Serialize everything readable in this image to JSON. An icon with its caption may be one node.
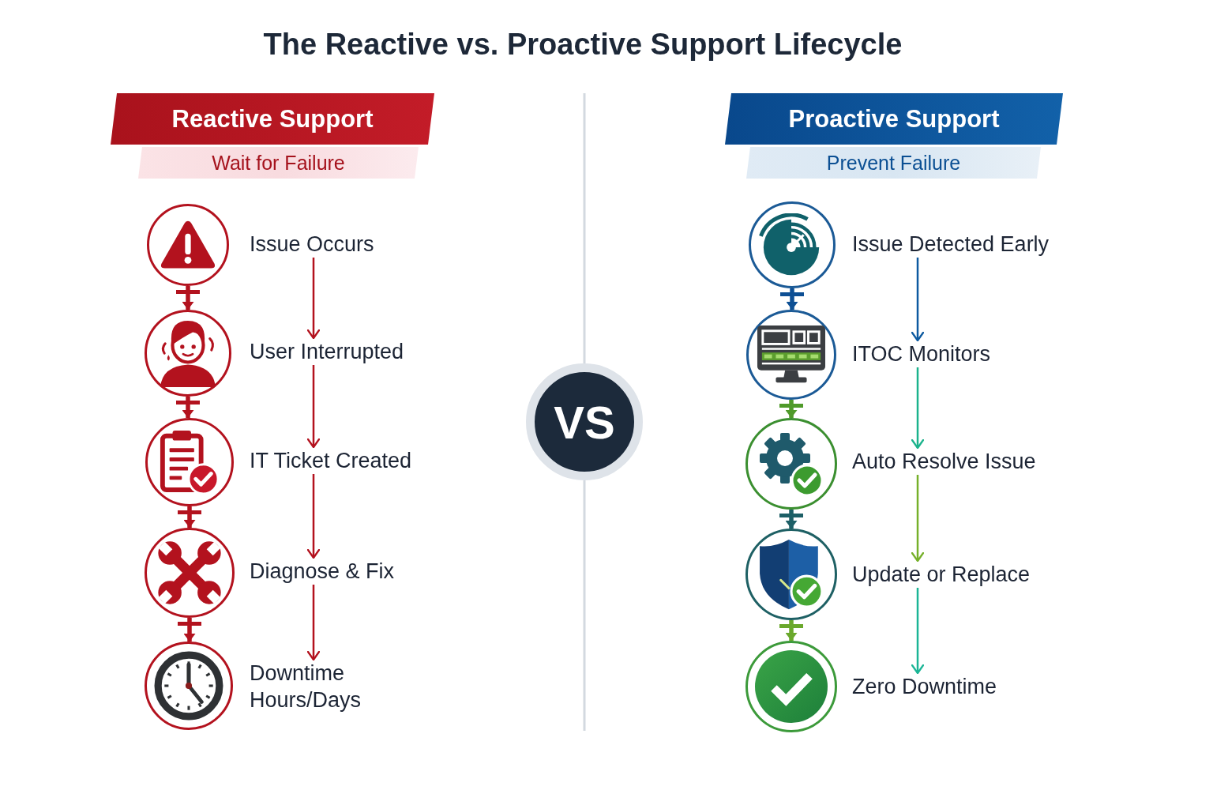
{
  "diagram": {
    "title": "The Reactive vs. Proactive Support Lifecycle",
    "nodes": [
      {
        "text": [
          "Reactive Support"
        ]
      },
      {
        "text": [
          "Wait for Failure"
        ]
      },
      {
        "text": [
          "Proactive Support"
        ]
      },
      {
        "text": [
          "Prevent Failure"
        ]
      },
      {
        "text": [],
        "shape": "circle"
      },
      {
        "text": [
          "Issue Occurs"
        ]
      },
      {
        "text": [],
        "shape": "circle"
      },
      {
        "text": [
          "User Interrupted"
        ]
      },
      {
        "text": [],
        "shape": "circle"
      },
      {
        "text": [
          "IT Ticket Created"
        ]
      },
      {
        "text": [],
        "shape": "circle"
      },
      {
        "text": [
          "Diagnose & Fix"
        ]
      },
      {
        "text": [],
        "shape": "circle"
      },
      {
        "text": [
          "Downtime Hours/Days"
        ]
      },
      {
        "text": [
          "VS"
        ]
      },
      {
        "text": [],
        "shape": "circle"
      },
      {
        "text": [
          "Issue Detected Early"
        ]
      },
      {
        "text": [],
        "shape": "circle"
      },
      {
        "text": [
          "ITOC Monitors"
        ]
      },
      {
        "text": [],
        "shape": "circle"
      },
      {
        "text": [
          "Auto Resolve Issue"
        ]
      },
      {
        "text": [],
        "shape": "circle"
      },
      {
        "text": [
          "Update or Replace"
        ]
      },
      {
        "text": [],
        "shape": "circle"
      },
      {
        "text": [
          "Zero Downtime"
        ]
      }
    ],
    "edges": [
      {
        "from": 4,
        "to": 6,
        "arrow": "to",
        "style": "thick"
      },
      {
        "from": 5,
        "to": 7,
        "arrow": "to"
      },
      {
        "from": 6,
        "to": 8,
        "arrow": "to",
        "style": "thick"
      },
      {
        "from": 7,
        "to": 9,
        "arrow": "to"
      },
      {
        "from": 8,
        "to": 10,
        "arrow": "to",
        "style": "thick"
      },
      {
        "from": 9,
        "to": 11,
        "arrow": "to"
      },
      {
        "from": 10,
        "to": 12,
        "arrow": "to",
        "style": "thick"
      },
      {
        "from": 11,
        "to": 13,
        "arrow": "to"
      },
      {
        "from": 15,
        "to": 17,
        "arrow": "to",
        "style": "thick",
        "color": "#0d4f94"
      },
      {
        "from": 16,
        "to": 18,
        "arrow": "to",
        "color": "#0d5aa0"
      },
      {
        "from": 17,
        "to": 19,
        "arrow": "to",
        "style": "thick",
        "color": "#4f9a2a"
      },
      {
        "from": 18,
        "to": 20,
        "arrow": "to",
        "color": "#1bb38c"
      },
      {
        "from": 19,
        "to": 21,
        "arrow": "to",
        "style": "thick",
        "color": "#1d5f66"
      },
      {
        "from": 20,
        "to": 22,
        "arrow": "to",
        "color": "#76b02a"
      },
      {
        "from": 21,
        "to": 23,
        "arrow": "to",
        "style": "thick",
        "color": "#6aa82c"
      },
      {
        "from": 22,
        "to": 24,
        "arrow": "to",
        "color": "#1bb596"
      }
    ]
  }
}
